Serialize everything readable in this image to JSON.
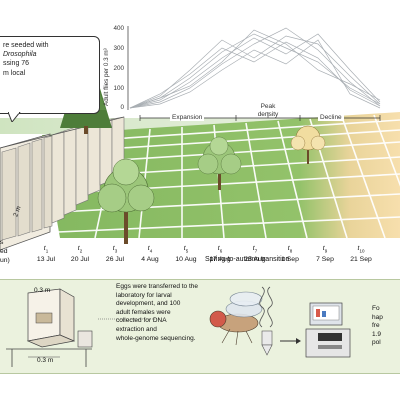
{
  "callout": {
    "lines": [
      "re seeded with",
      "Drosophila",
      "ssing 76",
      "m local"
    ]
  },
  "chart": {
    "ylabel": "Adult flies per 0.3 m³",
    "yticks": [
      "400",
      "300",
      "200",
      "100",
      "0"
    ]
  },
  "phases": {
    "expansion": "Expansion",
    "peak_line1": "Peak",
    "peak_line2": "density",
    "decline": "Decline"
  },
  "timepoints": [
    {
      "t": "t",
      "sub": "1",
      "date": "13 Jul"
    },
    {
      "t": "t",
      "sub": "2",
      "date": "20 Jul"
    },
    {
      "t": "t",
      "sub": "3",
      "date": "26 Jul"
    },
    {
      "t": "t",
      "sub": "4",
      "date": "4 Aug"
    },
    {
      "t": "t",
      "sub": "5",
      "date": "10 Aug"
    },
    {
      "t": "t",
      "sub": "6",
      "date": "17 Aug"
    },
    {
      "t": "t",
      "sub": "7",
      "date": "25 Aug"
    },
    {
      "t": "t",
      "sub": "8",
      "date": "1 Sep"
    },
    {
      "t": "t",
      "sub": "9",
      "date": "7 Sep"
    },
    {
      "t": "t",
      "sub": "10",
      "date": "21 Sep"
    }
  ],
  "left_labels": {
    "line1": "s",
    "line2": "ed",
    "line3": "un)"
  },
  "scale": {
    "grid": "2 m",
    "cage": "0.3 m"
  },
  "transition": "Spring-to-autumn transition",
  "caption_middle": [
    "Eggs were transferred to the",
    "laboratory for larval",
    "development, and 100",
    "adult females were",
    "collected for DNA",
    "extraction and",
    "whole-genome sequencing."
  ],
  "caption_right": [
    "Fo",
    "hap",
    "fre",
    "1.9",
    "pol"
  ],
  "colors": {
    "grass": "#8fbf68",
    "grass_dark": "#7aad55",
    "sky": "#ffffff",
    "autumn": "#f3c98a",
    "panel": "#ebf2de"
  }
}
